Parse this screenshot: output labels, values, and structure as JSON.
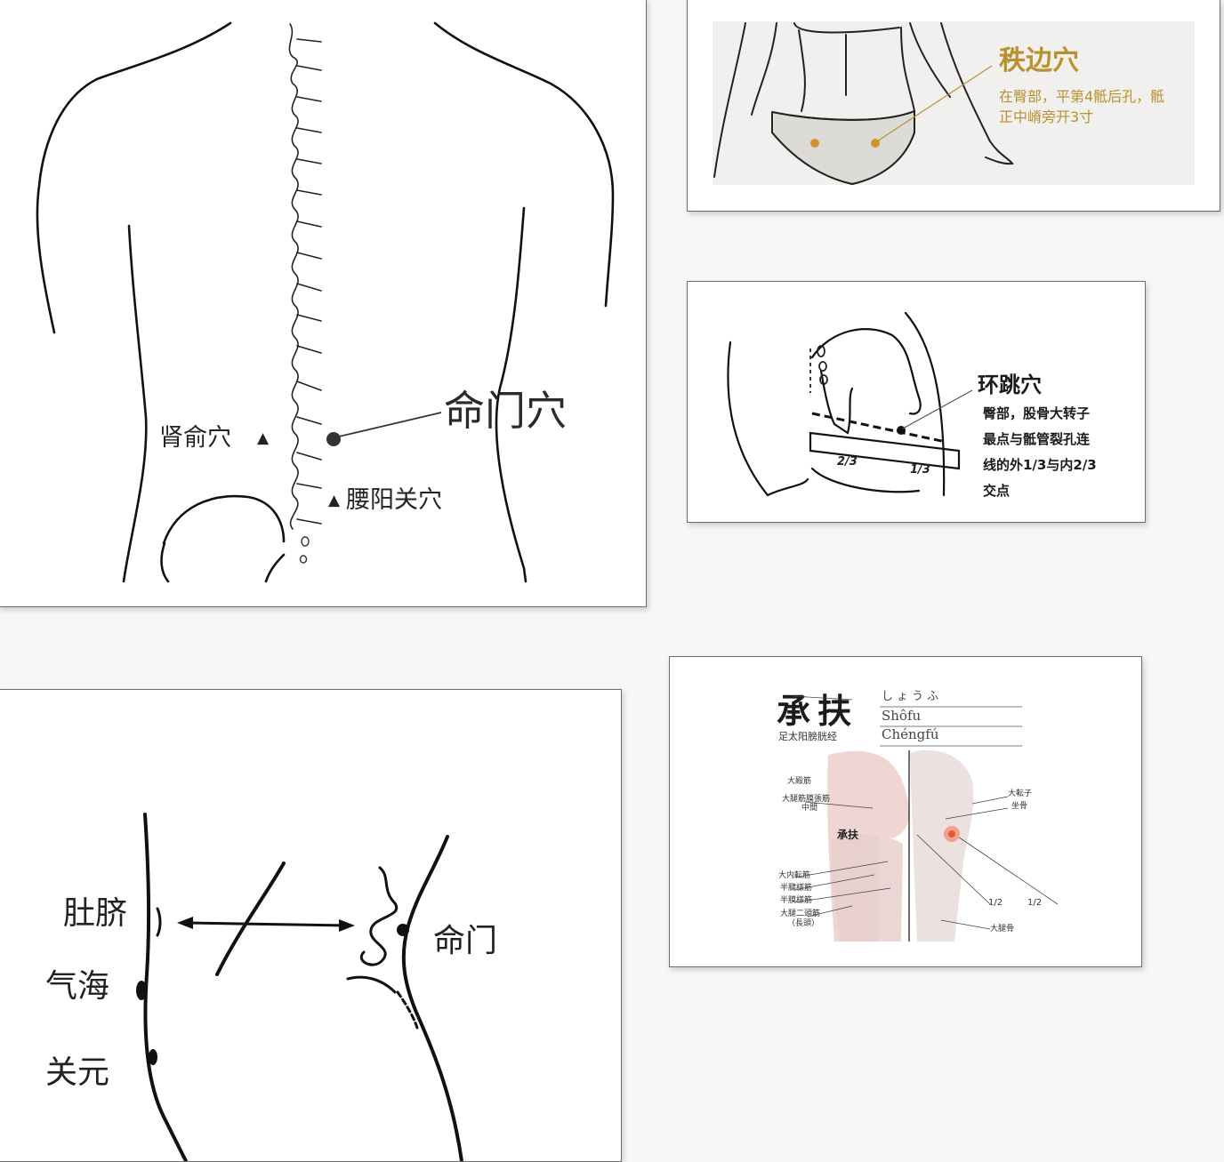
{
  "panels": [
    {
      "id": "back-view",
      "labels": {
        "mingmen": "命门穴",
        "shenshu": "肾俞穴",
        "yaoyangguan": "腰阳关穴"
      },
      "marker_symbol": "▲"
    },
    {
      "id": "zhibian",
      "title": "秩边穴",
      "description_line1": "在臀部，平第4骶后孔，骶",
      "description_line2": "正中嵴旁开3寸",
      "accent_color": "#c99a3a"
    },
    {
      "id": "huantiao",
      "title": "环跳穴",
      "description_lines": [
        "臀部，股骨大转子",
        "最点与骶管裂孔连",
        "线的外1/3与内2/3",
        "交点"
      ],
      "fraction_left": "2/3",
      "fraction_right": "1/3"
    },
    {
      "id": "side-view",
      "labels": {
        "navel": "肚脐",
        "qihai": "气海",
        "guanyuan": "关元",
        "mingmen": "命门"
      }
    },
    {
      "id": "chengfu",
      "title": "承扶",
      "subtitle": "足太阳膀胱经",
      "kana": "しょうふ",
      "romaji": "Shôfu",
      "pinyin": "Chéngfú",
      "point_label": "承扶",
      "left_labels": [
        "大殿筋",
        "大腿筋膜張筋",
        "中間",
        "大内転筋",
        "半腱様筋",
        "半膜様筋",
        "大腿二頭筋",
        "（長頭）"
      ],
      "right_labels": [
        "大転子",
        "坐骨",
        "大腿骨"
      ],
      "fractions": [
        "1/2",
        "1/2"
      ],
      "point_color": "#e8553f"
    }
  ]
}
